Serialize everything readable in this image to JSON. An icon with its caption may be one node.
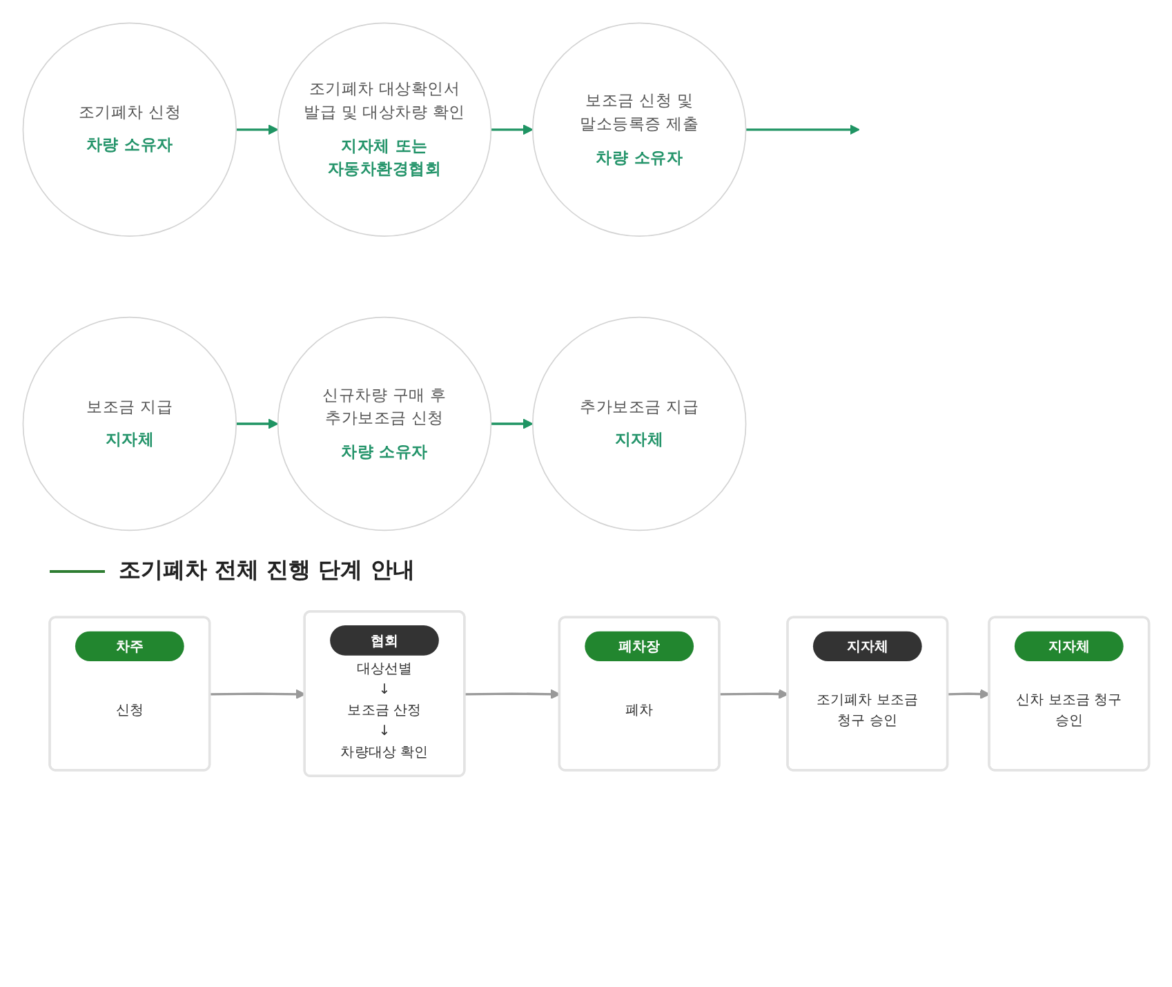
{
  "diagram": {
    "nodes": [
      {
        "text": [
          "조기폐차 신청",
          "차량 소유자"
        ]
      },
      {
        "text": [
          "조기폐차 대상확인서 발급 및 대상차량 확인",
          "지자체 또는 자동차환경협회"
        ]
      },
      {
        "text": [
          "보조금 신청 및 말소등록증 제출",
          "차량 소유자"
        ]
      },
      {
        "text": [
          "보조금 지급",
          "지자체"
        ]
      },
      {
        "text": [
          "신규차량 구매 후 추가보조금 신청",
          "차량 소유자"
        ]
      },
      {
        "text": [
          "추가보조금 지급",
          "지자체"
        ]
      },
      {
        "text": [
          "차주",
          "신청"
        ]
      },
      {
        "text": [
          "협회",
          "대상선별",
          "↓",
          "보조금 산정",
          "↓",
          "차량대상 확인"
        ]
      },
      {
        "text": [
          "폐차장",
          "폐차"
        ]
      },
      {
        "text": [
          "지자체",
          "조기폐차 보조금 청구 승인"
        ]
      },
      {
        "text": [
          "지자체",
          "신차 보조금 청구 승인"
        ]
      }
    ],
    "edges": [
      {
        "from": 0,
        "to": 1,
        "arrow": "to"
      },
      {
        "from": 1,
        "to": 2,
        "arrow": "to"
      },
      {
        "from": 2,
        "to": null,
        "arrow": "to"
      },
      {
        "from": 3,
        "to": 4,
        "arrow": "to"
      },
      {
        "from": 4,
        "to": 5,
        "arrow": "to"
      },
      {
        "from": 6,
        "to": 7,
        "arrow": "to",
        "color": "#999999"
      },
      {
        "from": 7,
        "to": 8,
        "arrow": "to",
        "color": "#999999"
      },
      {
        "from": 8,
        "to": 9,
        "arrow": "to",
        "color": "#999999"
      },
      {
        "from": 9,
        "to": 10,
        "arrow": "to",
        "color": "#999999"
      }
    ],
    "labels": [
      "조기폐차 전체 진행 단계 안내"
    ]
  }
}
